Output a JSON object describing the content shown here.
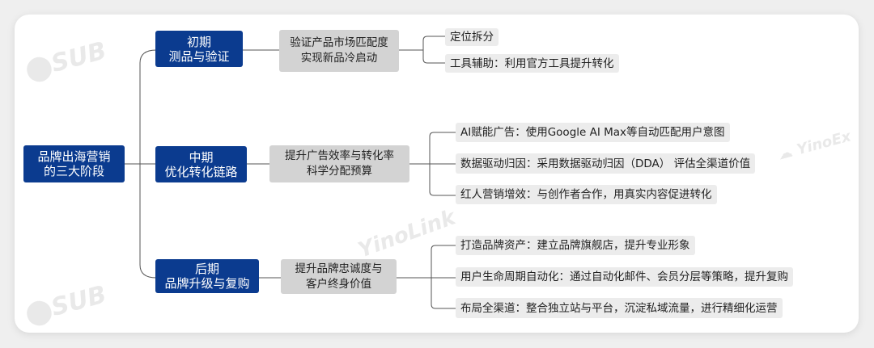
{
  "root": {
    "line1": "品牌出海营销",
    "line2": "的三大阶段"
  },
  "stages": [
    {
      "title": "初期",
      "subtitle": "测品与验证",
      "goal": {
        "line1": "验证产品市场匹配度",
        "line2": "实现新品冷启动"
      },
      "actions": [
        "定位拆分",
        "工具辅助：利用官方工具提升转化"
      ]
    },
    {
      "title": "中期",
      "subtitle": "优化转化链路",
      "goal": {
        "line1": "提升广告效率与转化率",
        "line2": "科学分配预算"
      },
      "actions": [
        "AI赋能广告：使用Google AI Max等自动匹配用户意图",
        "数据驱动归因：采用数据驱动归因（DDA） 评估全渠道价值",
        "红人营销增效：与创作者合作，用真实内容促进转化"
      ]
    },
    {
      "title": "后期",
      "subtitle": "品牌升级与复购",
      "goal": {
        "line1": "提升品牌忠诚度与",
        "line2": "客户终身价值"
      },
      "actions": [
        "打造品牌资产：建立品牌旗舰店，提升专业形象",
        "用户生命周期自动化：通过自动化邮件、会员分层等策略，提升复购",
        "布局全渠道：整合独立站与平台，沉淀私域流量，进行精细化运营"
      ]
    }
  ],
  "colors": {
    "stage_blue": "#0b3b8f",
    "goal_gray": "#d3d3d3",
    "leaf_gray": "#ececec",
    "connector": "#555555"
  }
}
